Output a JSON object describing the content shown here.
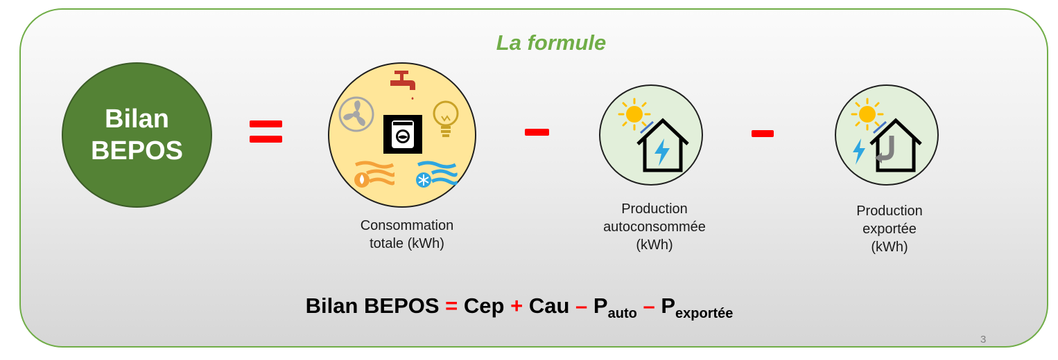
{
  "title": "La formule",
  "bilan": {
    "line1": "Bilan",
    "line2": "BEPOS"
  },
  "terms": {
    "consommation": {
      "line1": "Consommation",
      "line2": "totale (kWh)"
    },
    "autoconsommee": {
      "line1": "Production",
      "line2": "autoconsommée",
      "line3": "(kWh)"
    },
    "exportee": {
      "line1": "Production",
      "line2": "exportée",
      "line3": "(kWh)"
    }
  },
  "formula": {
    "lhs": "Bilan BEPOS",
    "eq": "=",
    "term1": "Cep",
    "plus": "+",
    "term2": "Cau",
    "minus": "–",
    "p": "P",
    "sub_auto": "auto",
    "sub_exportee": "exportée"
  },
  "page_number": "3",
  "colors": {
    "accent_green": "#70ad47",
    "bilan_green": "#548235",
    "operator_red": "#ff0000",
    "consumption_yellow": "#ffe699",
    "production_green": "#e2efda"
  },
  "icons": [
    "faucet-icon",
    "fan-icon",
    "light-bulb-icon",
    "washing-machine-icon",
    "heating-icon",
    "cooling-icon",
    "sun-icon",
    "house-icon",
    "lightning-icon",
    "export-arrow-icon"
  ]
}
